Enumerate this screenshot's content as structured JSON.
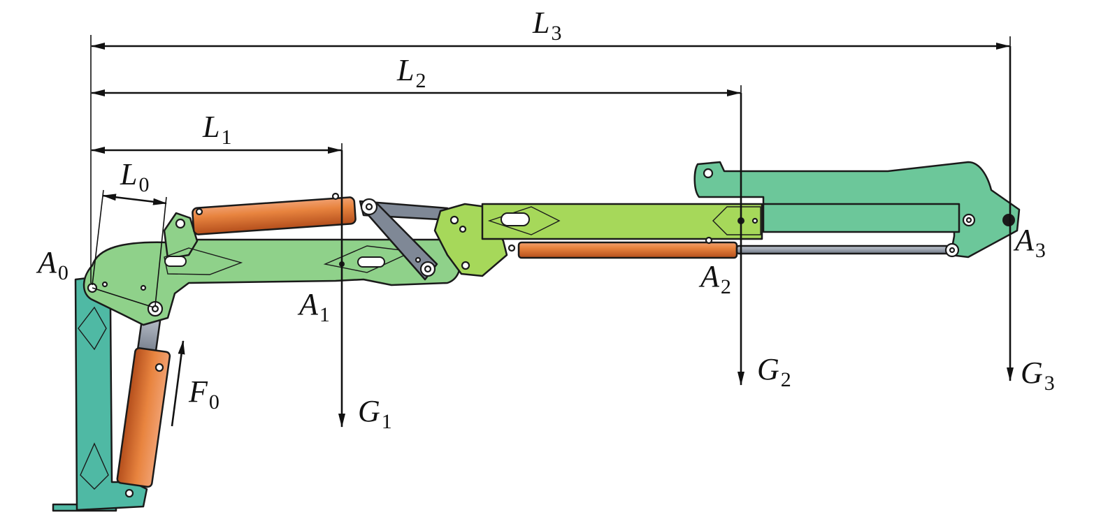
{
  "labels": {
    "A0": {
      "main": "A",
      "sub": "0"
    },
    "A1": {
      "main": "A",
      "sub": "1"
    },
    "A2": {
      "main": "A",
      "sub": "2"
    },
    "A3": {
      "main": "A",
      "sub": "3"
    },
    "L0": {
      "main": "L",
      "sub": "0"
    },
    "L1": {
      "main": "L",
      "sub": "1"
    },
    "L2": {
      "main": "L",
      "sub": "2"
    },
    "L3": {
      "main": "L",
      "sub": "3"
    },
    "G1": {
      "main": "G",
      "sub": "1"
    },
    "G2": {
      "main": "G",
      "sub": "2"
    },
    "G3": {
      "main": "G",
      "sub": "3"
    },
    "F0": {
      "main": "F",
      "sub": "0"
    }
  },
  "colors": {
    "column": "#4fb9a4",
    "inner_boom": "#8fd18a",
    "outer_boom": "#a6d85a",
    "extension_boom": "#6cc79a",
    "link": "#7f8896",
    "cylinder": "#e07a3c",
    "cylinder_rod": "#8e96a4"
  }
}
